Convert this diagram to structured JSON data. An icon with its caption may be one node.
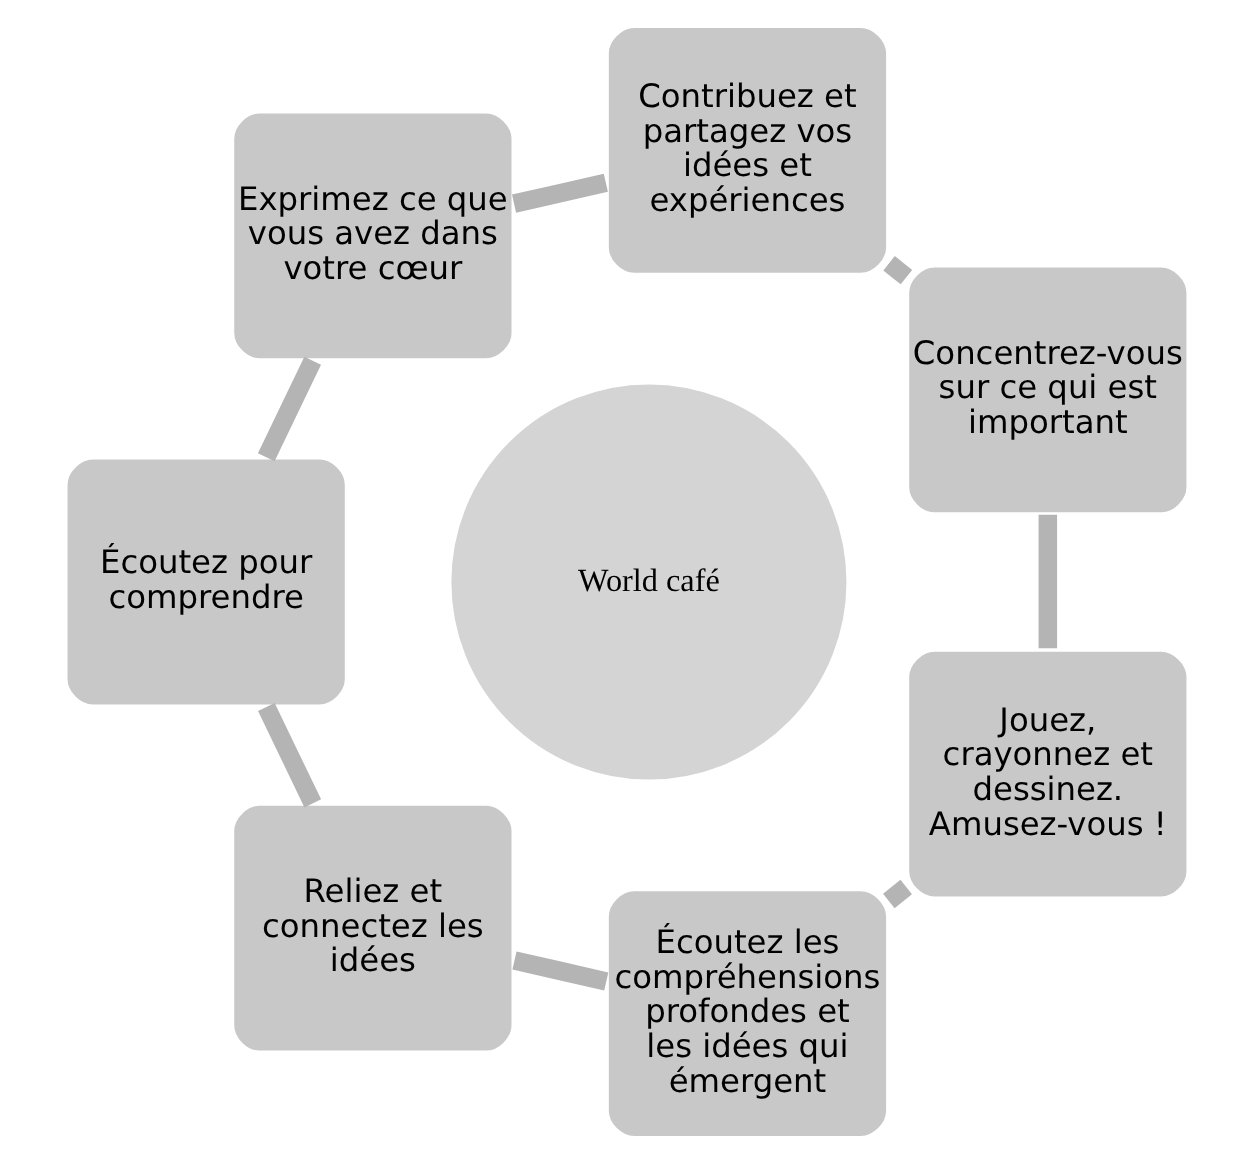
{
  "diagram": {
    "nodes": [
      {
        "text": [
          "Concentrez-vous sur ce qui est important"
        ]
      },
      {
        "text": [
          "Contribuez et partagez vos idées et expériences"
        ]
      },
      {
        "text": [
          "Exprimez ce que vous avez dans votre cœur"
        ]
      },
      {
        "text": [
          "Écoutez pour comprendre"
        ]
      },
      {
        "text": [
          "Reliez et connectez les idées"
        ]
      },
      {
        "text": [
          "Écoutez les compréhensions profondes et les idées qui émergent"
        ]
      },
      {
        "text": [
          "Jouez, crayonnez et dessinez. Amusez-vous !"
        ]
      },
      {
        "text": [
          "World café"
        ]
      }
    ],
    "edges": [
      {
        "from": 0,
        "to": 1,
        "arrow": "none"
      },
      {
        "from": 1,
        "to": 2,
        "arrow": "none"
      },
      {
        "from": 2,
        "to": 3,
        "arrow": "none"
      },
      {
        "from": 3,
        "to": 4,
        "arrow": "none"
      },
      {
        "from": 4,
        "to": 5,
        "arrow": "none"
      },
      {
        "from": 5,
        "to": 6,
        "arrow": "none"
      },
      {
        "from": 6,
        "to": 0,
        "arrow": "none"
      }
    ]
  }
}
